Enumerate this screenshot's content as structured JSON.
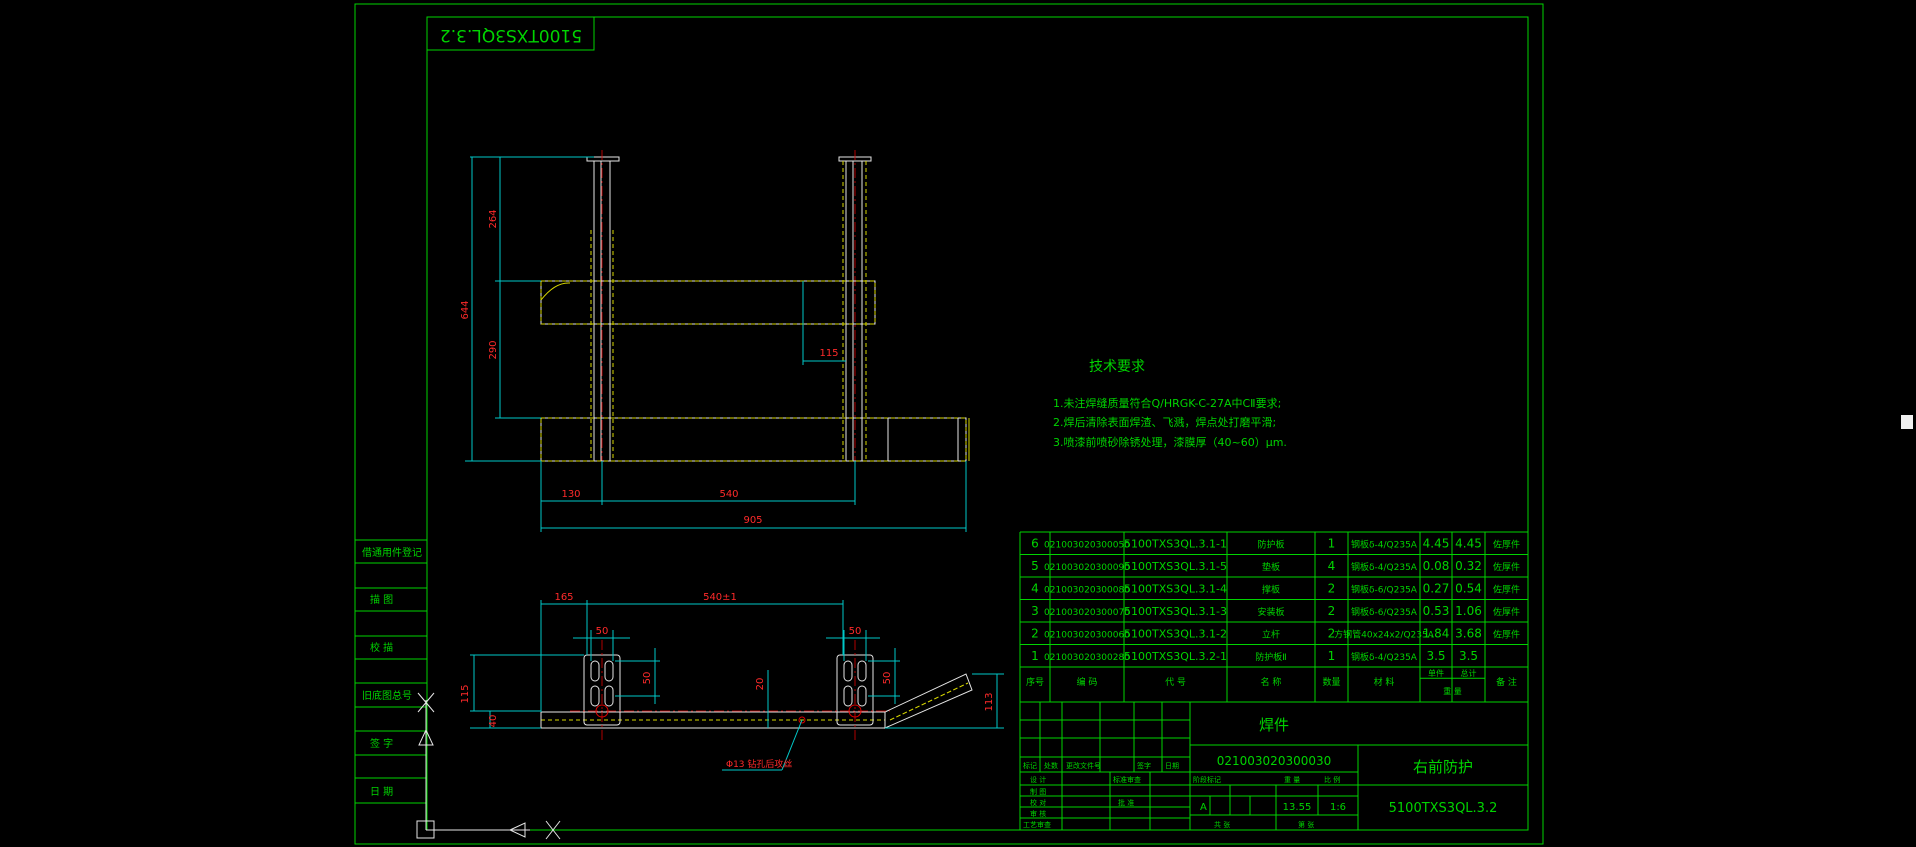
{
  "stamp_code": "5100TXS3QL.3.2",
  "tech_requirements": {
    "title": "技术要求",
    "lines": [
      "1.未注焊缝质量符合Q/HRGK-C-27A中CⅡ要求;",
      "2.焊后清除表面焊渣、飞溅，焊点处打磨平滑;",
      "3.喷漆前喷砂除锈处理，漆膜厚（40~60）μm."
    ]
  },
  "dimensions": {
    "front": {
      "d264": "264",
      "d290": "290",
      "d644": "644",
      "d115": "115",
      "d130": "130",
      "d540": "540",
      "d905": "905"
    },
    "bottom": {
      "d165": "165",
      "d540x1": "540±1",
      "d50a": "50",
      "d50b": "50",
      "d50c": "50",
      "d50d": "50",
      "d20": "20",
      "d115": "115",
      "d40": "40",
      "d113": "113",
      "hole_note": "Φ13 钻孔后攻丝"
    }
  },
  "left_stamp": [
    "借通用件登记",
    "描 图",
    "校 描",
    "旧底图总号",
    "签 字",
    "日 期"
  ],
  "bom": {
    "rows": [
      {
        "no": "6",
        "code": "021003020300050",
        "drawing": "5100TXS3QL.3.1-1",
        "name": "防护板",
        "qty": "1",
        "material": "钢板δ-4/Q235A",
        "unit_wt": "4.45",
        "total_wt": "4.45",
        "note": "佐厚件"
      },
      {
        "no": "5",
        "code": "021003020300090",
        "drawing": "5100TXS3QL.3.1-5",
        "name": "垫板",
        "qty": "4",
        "material": "钢板δ-4/Q235A",
        "unit_wt": "0.08",
        "total_wt": "0.32",
        "note": "佐厚件"
      },
      {
        "no": "4",
        "code": "021003020300080",
        "drawing": "5100TXS3QL.3.1-4",
        "name": "撑板",
        "qty": "2",
        "material": "钢板δ-6/Q235A",
        "unit_wt": "0.27",
        "total_wt": "0.54",
        "note": "佐厚件"
      },
      {
        "no": "3",
        "code": "021003020300070",
        "drawing": "5100TXS3QL.3.1-3",
        "name": "安装板",
        "qty": "2",
        "material": "钢板δ-6/Q235A",
        "unit_wt": "0.53",
        "total_wt": "1.06",
        "note": "佐厚件"
      },
      {
        "no": "2",
        "code": "021003020300060",
        "drawing": "5100TXS3QL.3.1-2",
        "name": "立杆",
        "qty": "2",
        "material": "方钢管40x24x2/Q235A",
        "unit_wt": "1.84",
        "total_wt": "3.68",
        "note": "佐厚件"
      },
      {
        "no": "1",
        "code": "021003020300280",
        "drawing": "5100TXS3QL.3.2-1",
        "name": "防护板Ⅱ",
        "qty": "1",
        "material": "钢板δ-4/Q235A",
        "unit_wt": "3.5",
        "total_wt": "3.5",
        "note": ""
      }
    ],
    "header": {
      "no": "序号",
      "code": "编 码",
      "drawing": "代 号",
      "name": "名 称",
      "qty": "数量",
      "material": "材 料",
      "unit": "单件",
      "total": "总计",
      "weight": "重 量",
      "note": "备 注"
    }
  },
  "title_block": {
    "part_type": "焊件",
    "part_code": "021003020300030",
    "part_name": "右前防护",
    "drawing_no": "5100TXS3QL.3.2",
    "stage": "A",
    "weight": "13.55",
    "scale": "1:6",
    "labels": {
      "mark": "标记",
      "count": "处数",
      "change_doc": "更改文件号",
      "sign": "签字",
      "date": "日期",
      "design": "设 计",
      "draw": "制 图",
      "check": "校 对",
      "review": "审 核",
      "process": "工艺审查",
      "standard": "标准审查",
      "approve": "批 准",
      "stage_label": "阶段标记",
      "weight_label": "重 量",
      "scale_label": "比 例",
      "sheets": "共 张",
      "sheet": "第 张"
    }
  },
  "colors": {
    "frame": "#00d400",
    "dimension": "#00c8c8",
    "dimension_text": "#ff2a2a",
    "hidden_line": "#d8d800",
    "outline": "#e6e6e6",
    "background": "#000000"
  }
}
